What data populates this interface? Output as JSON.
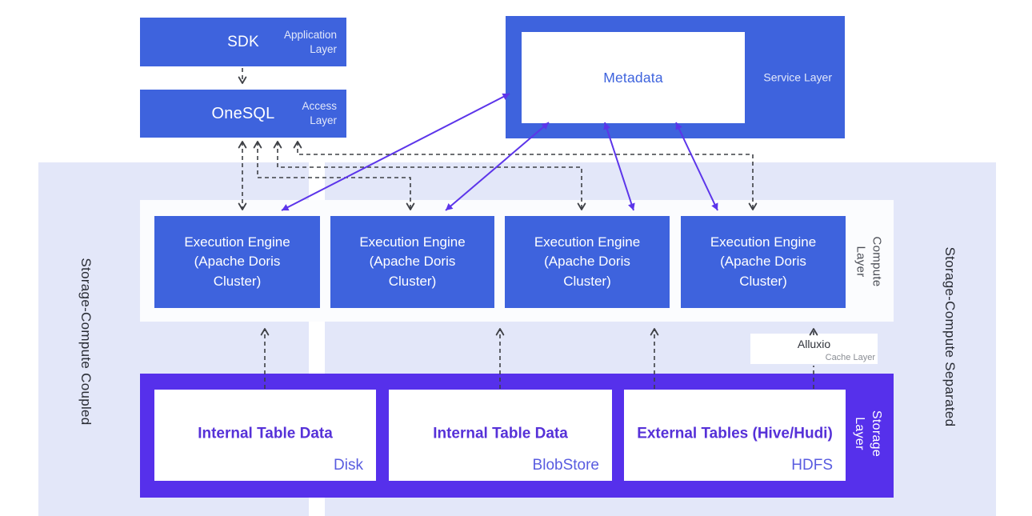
{
  "diagram": {
    "application": {
      "title": "SDK",
      "layer": "Application Layer"
    },
    "access": {
      "title": "OneSQL",
      "layer": "Access Layer"
    },
    "service": {
      "title": "Metadata",
      "layer": "Service Layer"
    },
    "compute": {
      "engine_label": "Execution Engine (Apache Doris Cluster)",
      "layer": "Compute Layer",
      "engine_count": 4
    },
    "cache": {
      "title": "Alluxio",
      "layer": "Cache Layer"
    },
    "storage": {
      "layer": "Storage Layer",
      "items": [
        {
          "title": "Internal Table Data",
          "backend": "Disk"
        },
        {
          "title": "Internal Table Data",
          "backend": "BlobStore"
        },
        {
          "title": "External Tables (Hive/Hudi)",
          "backend": "HDFS"
        }
      ]
    },
    "side_labels": {
      "left": "Storage-Compute Coupled",
      "right": "Storage-Compute Separated"
    },
    "colors": {
      "primary_blue": "#3E63DD",
      "storage_violet": "#5630EB",
      "arrow_violet": "#5C35EA",
      "dash_gray": "#3E4045",
      "panel_lavender": "#E3E7F9",
      "compute_band": "#FBFCFE",
      "metadata_text": "#3E63DD",
      "storage_title_text": "#5631D8",
      "storage_backend_text": "#595CE0"
    }
  }
}
